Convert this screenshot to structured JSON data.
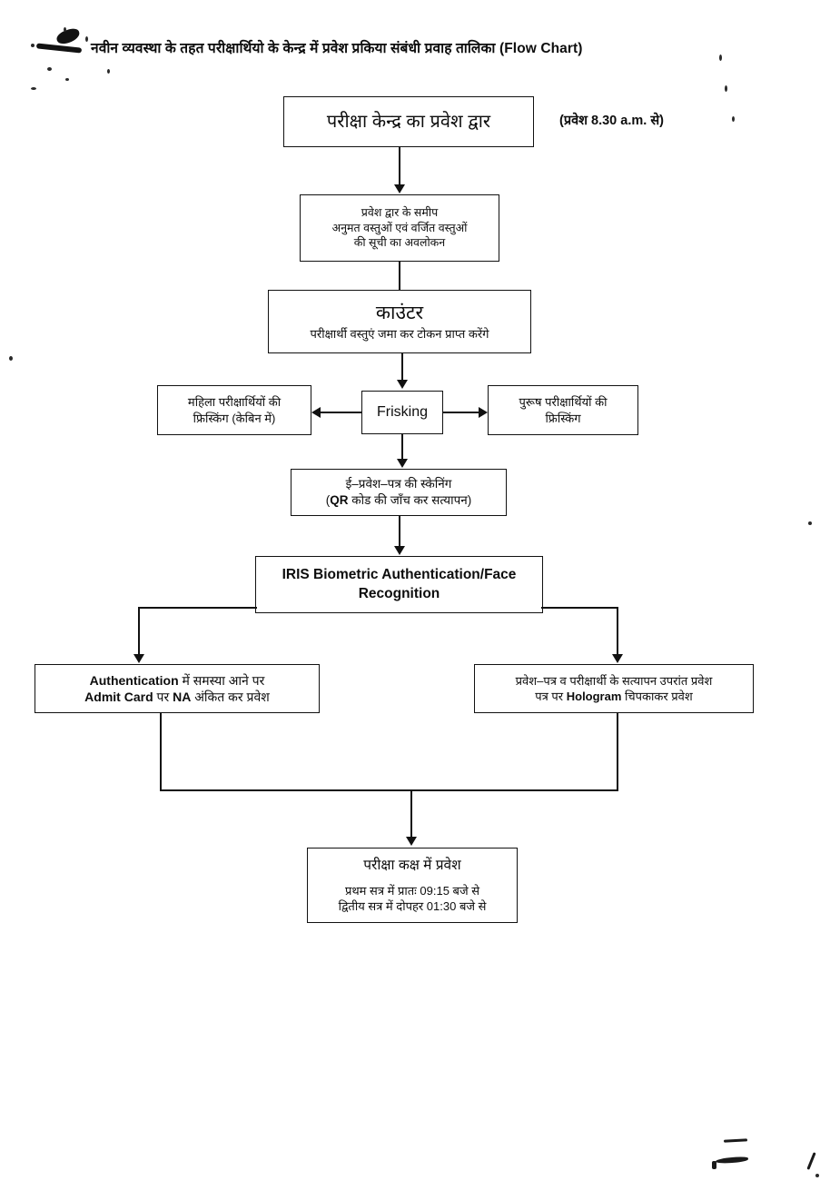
{
  "document": {
    "title_prefix": "नवीन व्यवस्था के तहत परीक्षार्थियो के केन्द्र में प्रवेश प्रकिया संबंधी प्रवाह तालिका ",
    "title_latin": "(Flow Chart)"
  },
  "flow": {
    "entry_gate": {
      "text": "परीक्षा केन्द्र का प्रवेश द्वार",
      "side_note": "(प्रवेश 8.30 a.m. से)"
    },
    "checklist": {
      "line1": "प्रवेश द्वार के समीप",
      "line2": "अनुमत वस्तुओं एवं वर्जित वस्तुओं",
      "line3": "की सूची का अवलोकन"
    },
    "counter": {
      "heading": "काउंटर",
      "line1": "परीक्षार्थी वस्तुएं जमा कर टोकन प्राप्त करेंगे"
    },
    "frisking": {
      "label": "Frisking",
      "female_line1": "महिला परीक्षार्थियों की",
      "female_line2": "फ्रिस्किंग (केबिन में)",
      "male_line1": "पुरूष परीक्षार्थियों की",
      "male_line2": "फ्रिस्किंग"
    },
    "scanning": {
      "line1": "ई–प्रवेश–पत्र की स्केनिंग",
      "line2_bold": "QR",
      "line2_rest": " कोड की जाँच कर सत्यापन)",
      "line2_open": "("
    },
    "biometric": {
      "line1": "IRIS Biometric Authentication/Face",
      "line2": "Recognition"
    },
    "branch_failure": {
      "l1_bold": "Authentication",
      "l1_rest": " में समस्या आने पर",
      "l2_bold1": "Admit Card",
      "l2_mid": " पर   ",
      "l2_bold2": "NA",
      "l2_rest": " अंकित कर प्रवेश"
    },
    "branch_success": {
      "line1": "प्रवेश–पत्र व परीक्षार्थी के सत्यापन उपरांत प्रवेश",
      "l2_pre": "पत्र पर ",
      "l2_bold": "Hologram",
      "l2_post": " चिपकाकर प्रवेश"
    },
    "exam_hall": {
      "heading": "परीक्षा कक्ष में प्रवेश",
      "line1": "प्रथम सत्र में प्रातः 09:15 बजे से",
      "line2": "द्वितीय सत्र में दोपहर 01:30 बजे से"
    }
  },
  "colors": {
    "ink": "#111111",
    "paper": "#ffffff"
  }
}
